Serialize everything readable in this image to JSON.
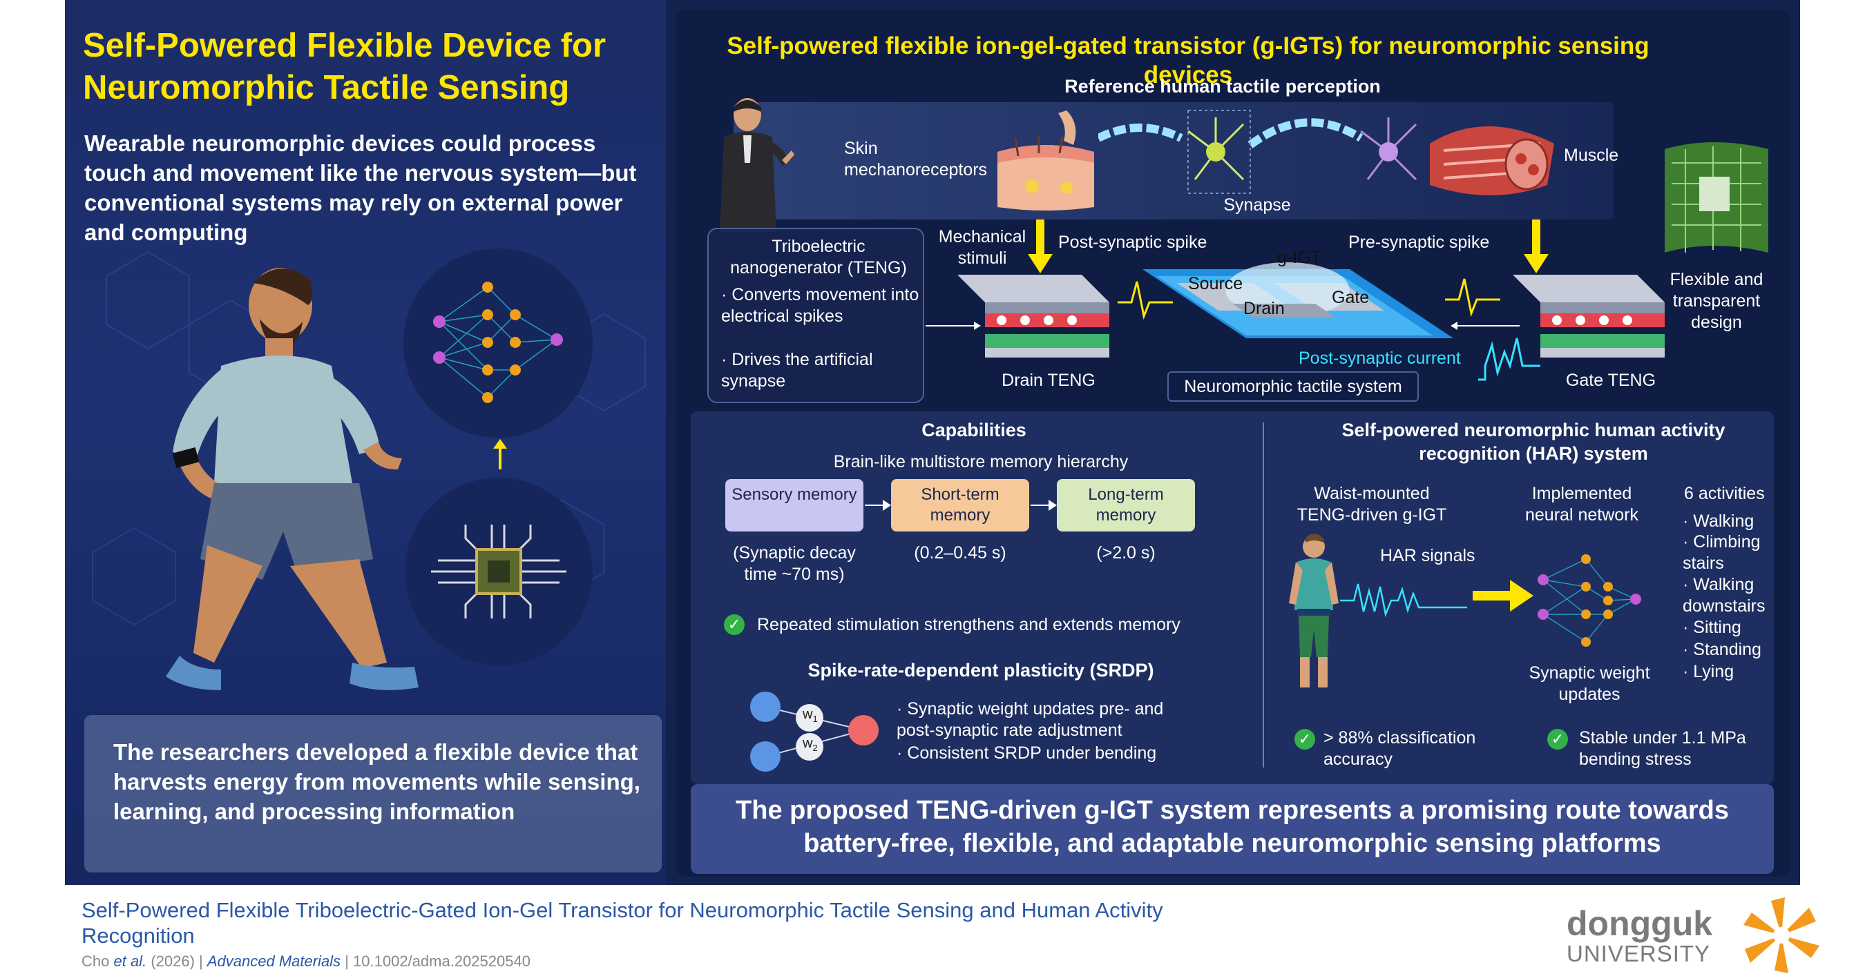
{
  "left": {
    "title": "Self-Powered Flexible Device for Neuromorphic Tactile Sensing",
    "intro": "Wearable neuromorphic devices could process touch and movement like the nervous system—but conventional systems may rely on external power and computing",
    "summary": "The researchers developed a flexible device that harvests energy from movements while sensing, learning, and processing information"
  },
  "right": {
    "title": "Self-powered flexible ion-gel-gated transistor (g-IGTs) for neuromorphic sensing devices",
    "reference_heading": "Reference human tactile perception",
    "skin_label": "Skin mechanoreceptors",
    "synapse_label": "Synapse",
    "muscle_label": "Muscle",
    "flexible_label": "Flexible and transparent design",
    "mechanical_label": "Mechanical stimuli",
    "post_spike": "Post-synaptic spike",
    "pre_spike": "Pre-synaptic spike",
    "gigt": "g-IGT",
    "source": "Source",
    "drain": "Drain",
    "gate": "Gate",
    "post_current": "Post-synaptic current",
    "drain_teng": "Drain TENG",
    "gate_teng": "Gate TENG",
    "nt_system": "Neuromorphic tactile system",
    "teng_title": "Triboelectric nanogenerator (TENG)",
    "teng_b1": "· Converts movement into electrical spikes",
    "teng_b2": "· Drives the artificial synapse"
  },
  "capabilities": {
    "heading": "Capabilities",
    "hierarchy": "Brain-like multistore memory hierarchy",
    "memories": [
      {
        "label": "Sensory memory",
        "note": "(Synaptic decay time ~70 ms)",
        "color": "#c9c6f3"
      },
      {
        "label": "Short-term memory",
        "note": "(0.2–0.45 s)",
        "color": "#f6c99b"
      },
      {
        "label": "Long-term memory",
        "note": "(>2.0 s)",
        "color": "#d7e9bd"
      }
    ],
    "repeated": "Repeated stimulation strengthens and extends memory",
    "srdp_heading": "Spike-rate-dependent plasticity (SRDP)",
    "srdp_b1": "· Synaptic weight updates pre- and post-synaptic rate adjustment",
    "srdp_b2": "· Consistent SRDP under bending",
    "w1": "w",
    "w1_sub": "1",
    "w2": "w",
    "w2_sub": "2"
  },
  "har": {
    "heading": "Self-powered neuromorphic human activity recognition (HAR) system",
    "waist": "Waist-mounted TENG-driven g-IGT",
    "signals": "HAR signals",
    "network": "Implemented neural network",
    "weights": "Synaptic weight updates",
    "activities_title": "6 activities",
    "activities": [
      "· Walking",
      "· Climbing stairs",
      "· Walking downstairs",
      "· Sitting",
      "· Standing",
      "· Lying"
    ],
    "accuracy": "> 88% classification accuracy",
    "stable": "Stable under 1.1 MPa bending stress"
  },
  "conclusion": "The proposed TENG-driven g-IGT system represents a promising route towards battery-free, flexible, and adaptable neuromorphic sensing platforms",
  "footer": {
    "paper_title": "Self-Powered Flexible Triboelectric-Gated Ion-Gel Transistor for Neuromorphic Tactile Sensing and Human Activity Recognition",
    "cite_authors": "Cho",
    "cite_etal": "et al.",
    "cite_year": "(2026) |",
    "cite_journal": "Advanced Materials",
    "cite_doi": "| 10.1002/adma.202520540",
    "logo_word": "dongguk",
    "logo_sub": "UNIVERSITY"
  }
}
